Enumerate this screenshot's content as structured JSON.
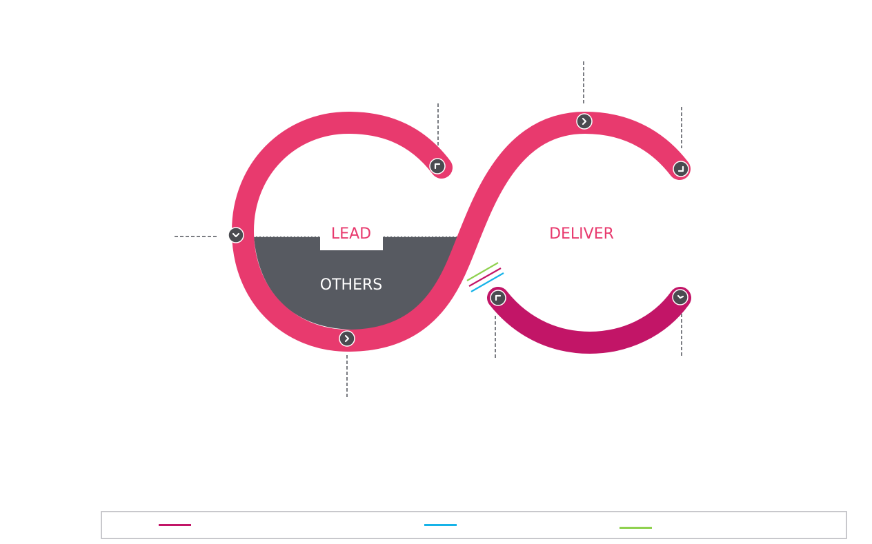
{
  "diagram": {
    "type": "infinity-loop-process",
    "colors": {
      "loop_primary": "#e83a6e",
      "loop_secondary": "#c21567",
      "fill_dark": "#575a61",
      "marker_bg": "#4a4b50",
      "marker_glyph": "#ffffff",
      "leader_line": "#7a7c82",
      "legend_border": "#c8c8cc",
      "accent_magenta": "#c21567",
      "accent_cyan": "#16b3e8",
      "accent_green": "#8fd14f"
    },
    "labels": {
      "lead": "LEAD",
      "others": "OTHERS",
      "deliver": "DELIVER"
    },
    "markers": [
      {
        "id": "left",
        "glyph": "chevron-down"
      },
      {
        "id": "bottom-left",
        "glyph": "chevron-right"
      },
      {
        "id": "top-left-end",
        "glyph": "corner-up-left"
      },
      {
        "id": "top-right",
        "glyph": "chevron-right"
      },
      {
        "id": "right-top-end",
        "glyph": "corner-down-right"
      },
      {
        "id": "lower-left-end",
        "glyph": "corner-up-left"
      },
      {
        "id": "lower-right-end",
        "glyph": "corner-down-left"
      }
    ]
  },
  "legend": {
    "items": [
      {
        "color": "#c21567",
        "label": ""
      },
      {
        "color": "#16b3e8",
        "label": ""
      },
      {
        "color": "#8fd14f",
        "label": ""
      }
    ]
  }
}
